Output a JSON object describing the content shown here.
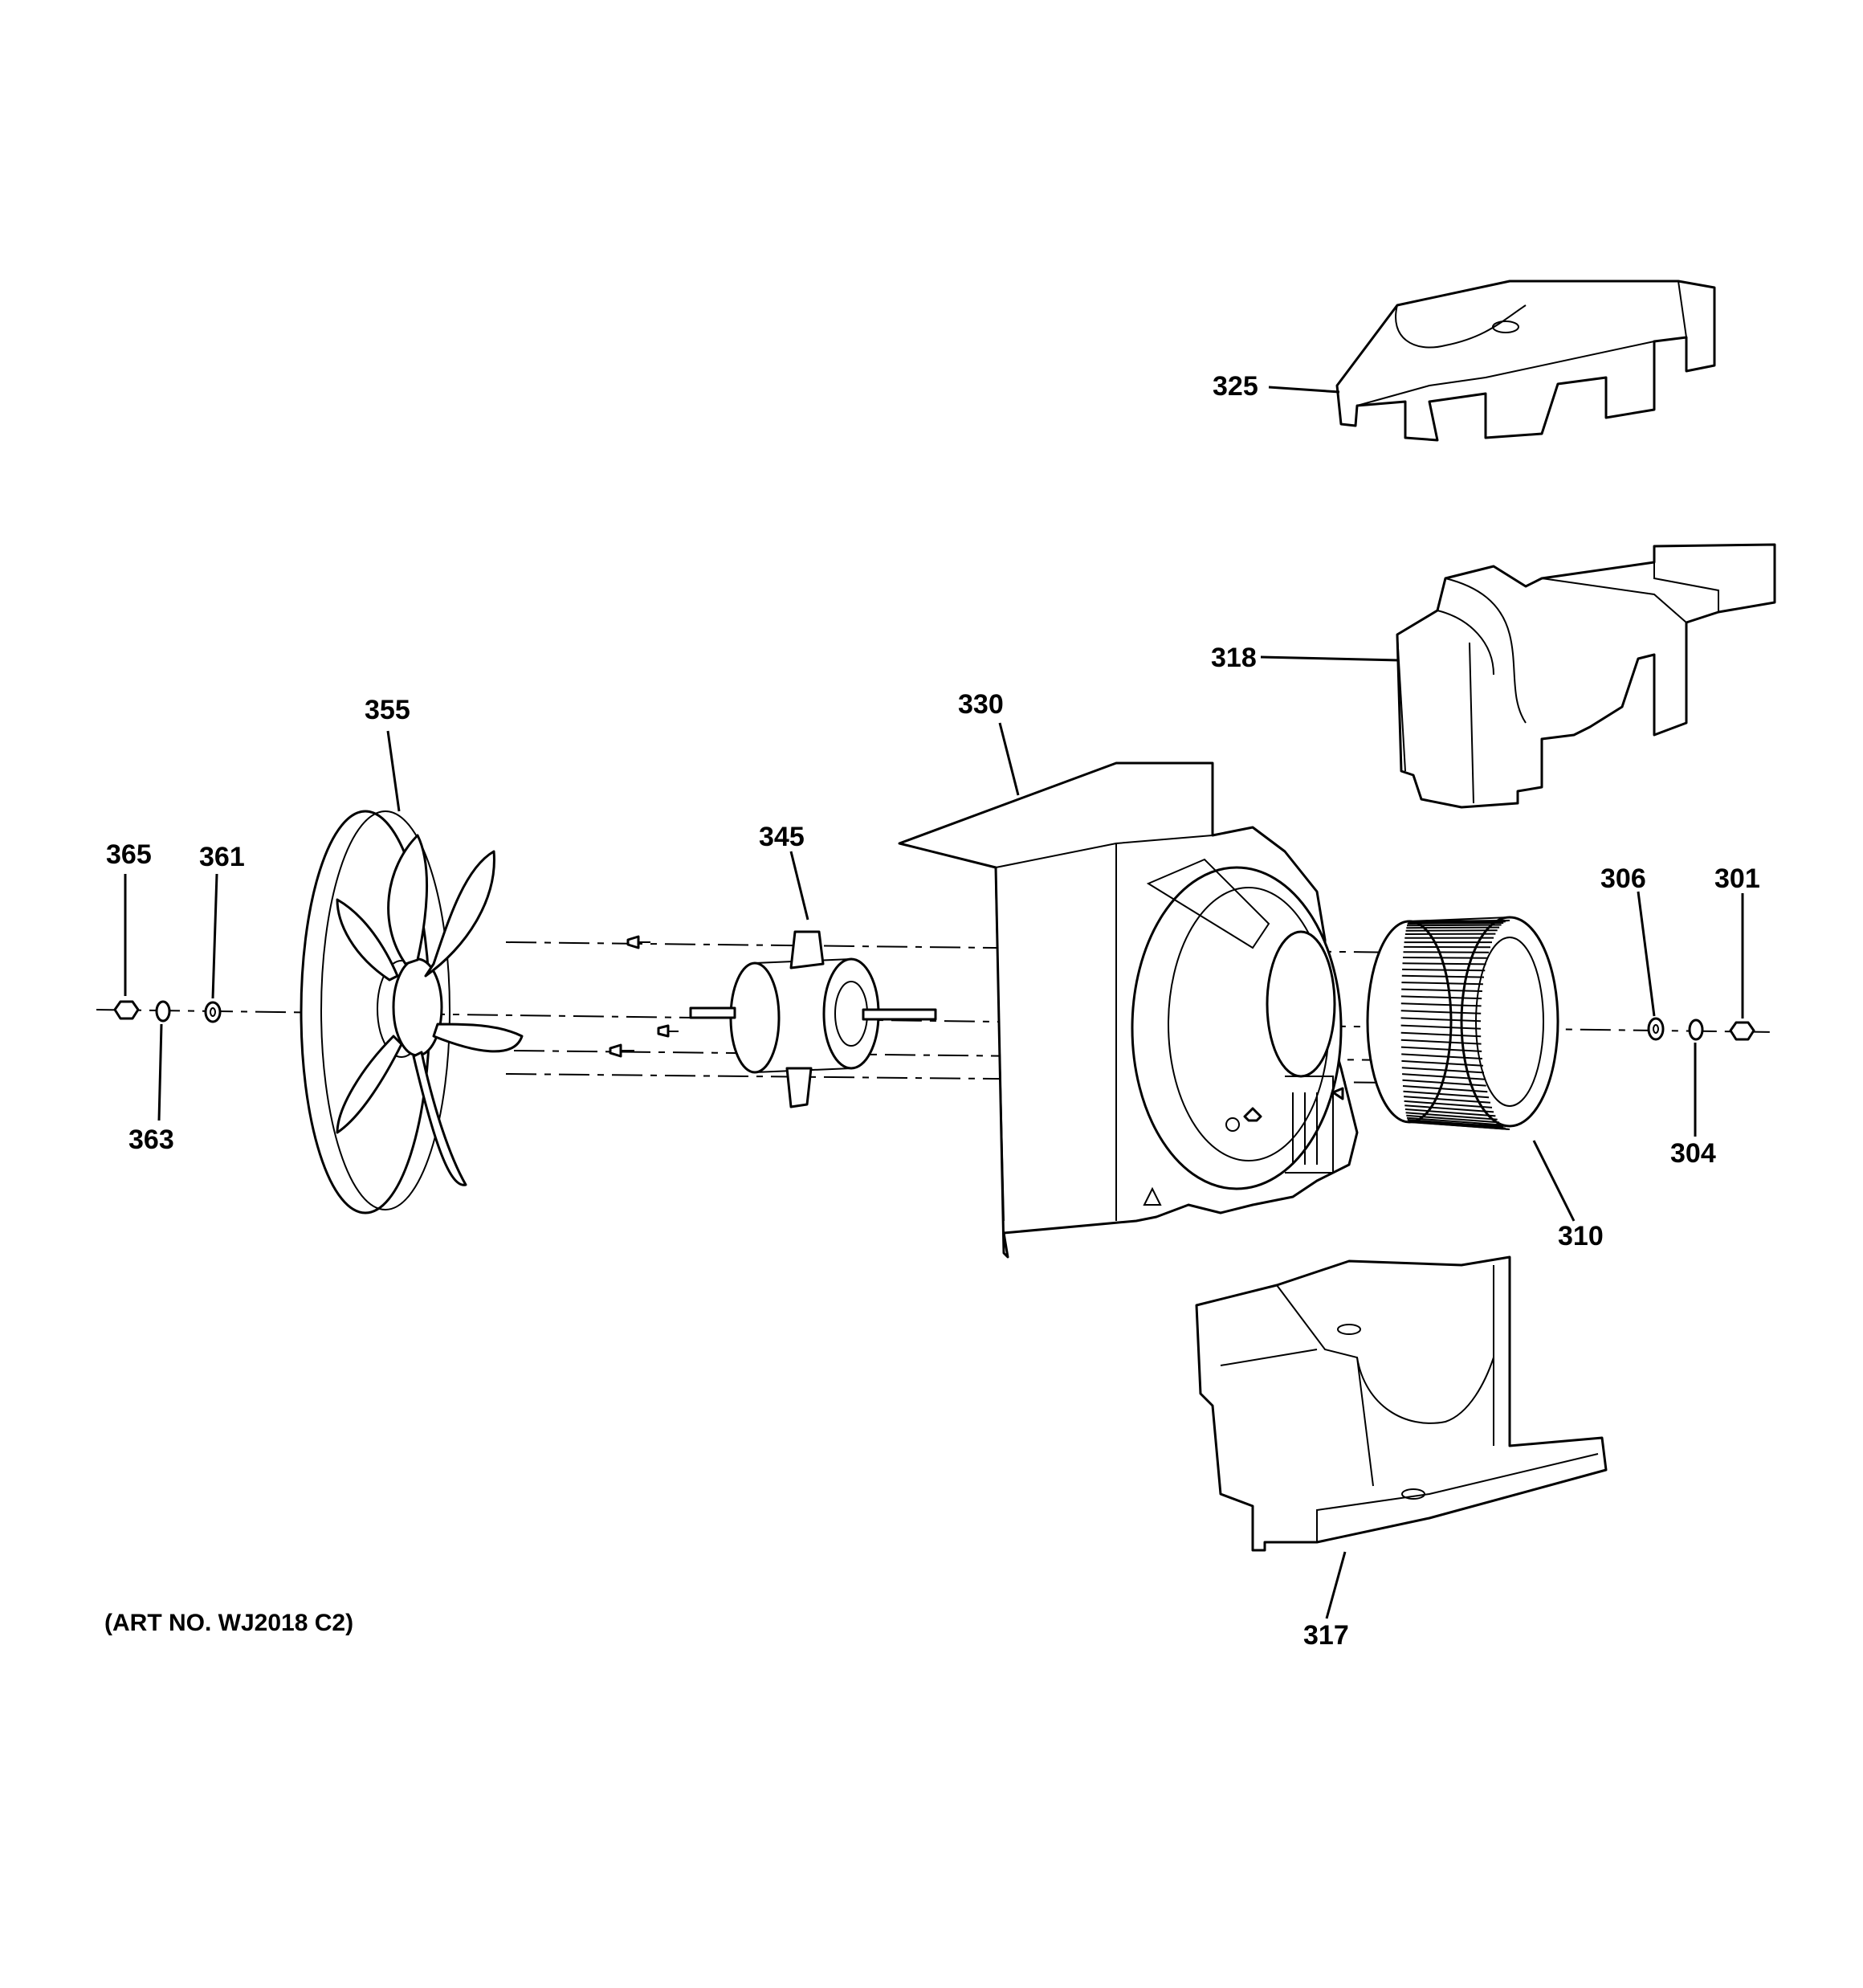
{
  "art_number": "(ART NO. WJ2018 C2)",
  "callouts": {
    "p301": "301",
    "p304": "304",
    "p306": "306",
    "p310": "310",
    "p317": "317",
    "p318": "318",
    "p325": "325",
    "p330": "330",
    "p345": "345",
    "p355": "355",
    "p361": "361",
    "p363": "363",
    "p365": "365"
  }
}
